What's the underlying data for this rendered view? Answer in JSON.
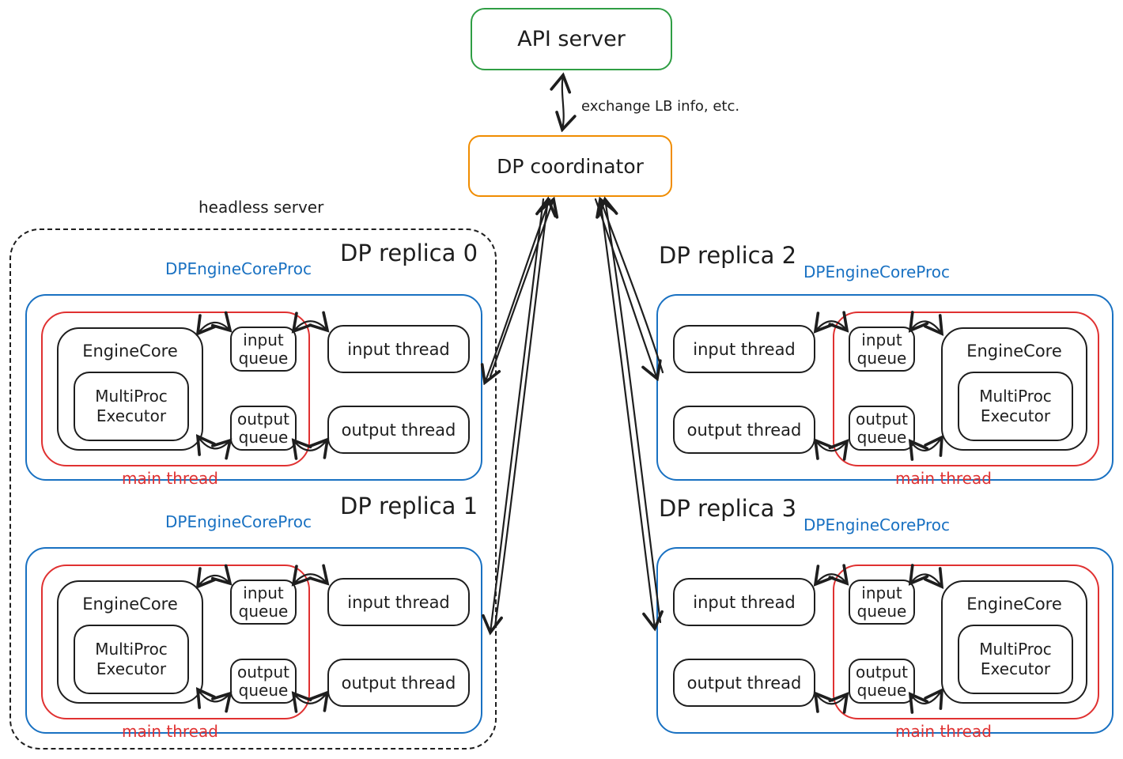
{
  "colors": {
    "api_border": "#2f9e44",
    "coordinator_border": "#f08c00",
    "process_border": "#1971c2",
    "main_thread_border": "#e03131",
    "ink": "#1e1e1e",
    "background": "#ffffff"
  },
  "api_server": {
    "label": "API server"
  },
  "coordinator": {
    "label": "DP coordinator"
  },
  "api_coordinator_link": {
    "label": "exchange LB info, etc."
  },
  "headless_server": {
    "label": "headless server"
  },
  "replicas": [
    {
      "title": "DP replica 0",
      "process_label": "DPEngineCoreProc",
      "engine_core": {
        "label": "EngineCore",
        "executor_label": "MultiProc Executor"
      },
      "queues": {
        "input": "input queue",
        "output": "output queue"
      },
      "threads": {
        "input": "input thread",
        "output": "output thread"
      },
      "main_thread_label": "main thread"
    },
    {
      "title": "DP replica 1",
      "process_label": "DPEngineCoreProc",
      "engine_core": {
        "label": "EngineCore",
        "executor_label": "MultiProc Executor"
      },
      "queues": {
        "input": "input queue",
        "output": "output queue"
      },
      "threads": {
        "input": "input thread",
        "output": "output thread"
      },
      "main_thread_label": "main thread"
    },
    {
      "title": "DP replica 2",
      "process_label": "DPEngineCoreProc",
      "engine_core": {
        "label": "EngineCore",
        "executor_label": "MultiProc Executor"
      },
      "queues": {
        "input": "input queue",
        "output": "output queue"
      },
      "threads": {
        "input": "input thread",
        "output": "output thread"
      },
      "main_thread_label": "main thread"
    },
    {
      "title": "DP replica 3",
      "process_label": "DPEngineCoreProc",
      "engine_core": {
        "label": "EngineCore",
        "executor_label": "MultiProc Executor"
      },
      "queues": {
        "input": "input queue",
        "output": "output queue"
      },
      "threads": {
        "input": "input thread",
        "output": "output thread"
      },
      "main_thread_label": "main thread"
    }
  ]
}
